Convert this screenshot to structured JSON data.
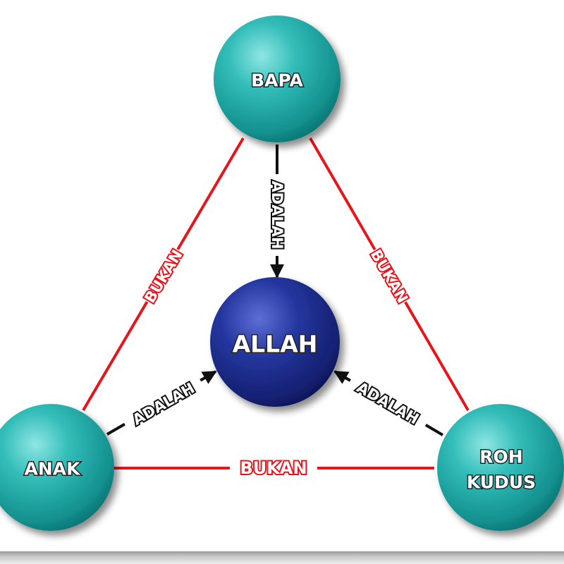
{
  "nodes": {
    "bapa": {
      "label": "BAPA"
    },
    "allah": {
      "label": "ALLAH"
    },
    "anak": {
      "label": "ANAK"
    },
    "roh_kudus": {
      "line1": "ROH",
      "line2": "KUDUS"
    }
  },
  "edges": {
    "bapa_anak": "BUKAN",
    "bapa_roh": "BUKAN",
    "anak_roh": "BUKAN",
    "bapa_allah": "ADALAH",
    "anak_allah": "ADALAH",
    "roh_allah": "ADALAH"
  },
  "colors": {
    "teal_node": "#1fb0ad",
    "navy_node": "#1c2c8c",
    "bukan_line": "#e8141c",
    "adalah_arrow": "#111111"
  }
}
